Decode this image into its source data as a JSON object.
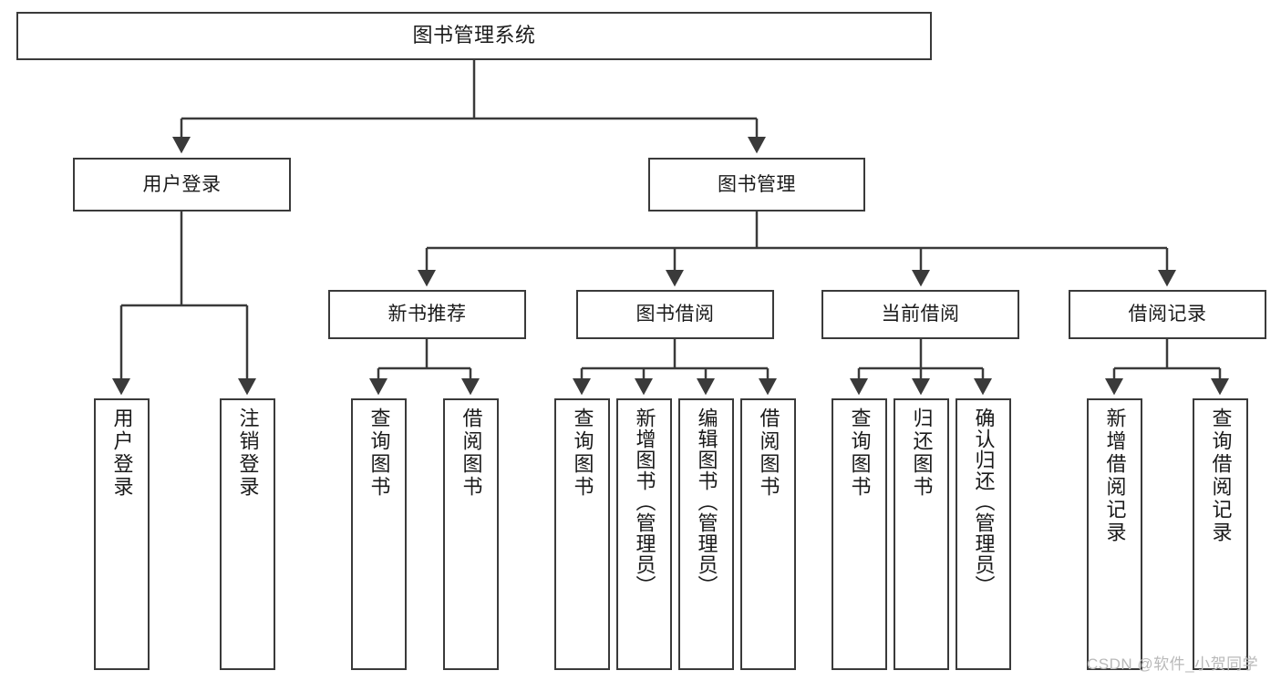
{
  "diagram": {
    "title": "图书管理系统",
    "type": "tree-hierarchy",
    "root": {
      "label": "图书管理系统"
    },
    "level2": [
      {
        "label": "用户登录"
      },
      {
        "label": "图书管理"
      }
    ],
    "level3": [
      {
        "label": "新书推荐"
      },
      {
        "label": "图书借阅"
      },
      {
        "label": "当前借阅"
      },
      {
        "label": "借阅记录"
      }
    ],
    "leaves": [
      {
        "label": "用户登录",
        "parent": "用户登录"
      },
      {
        "label": "注销登录",
        "parent": "用户登录"
      },
      {
        "label": "查询图书",
        "parent": "新书推荐"
      },
      {
        "label": "借阅图书",
        "parent": "新书推荐"
      },
      {
        "label": "查询图书",
        "parent": "图书借阅"
      },
      {
        "label": "新增图书（管理员）",
        "parent": "图书借阅"
      },
      {
        "label": "编辑图书（管理员）",
        "parent": "图书借阅"
      },
      {
        "label": "借阅图书",
        "parent": "图书借阅"
      },
      {
        "label": "查询图书",
        "parent": "当前借阅"
      },
      {
        "label": "归还图书",
        "parent": "当前借阅"
      },
      {
        "label": "确认归还（管理员）",
        "parent": "当前借阅"
      },
      {
        "label": "新增借阅记录",
        "parent": "借阅记录"
      },
      {
        "label": "查询借阅记录",
        "parent": "借阅记录"
      }
    ]
  },
  "watermark": {
    "text": "CSDN @软件_小贺同学"
  },
  "colors": {
    "stroke": "#3a3a3a",
    "background": "#ffffff",
    "text": "#1a1a1a",
    "watermark": "#b9b9b9"
  }
}
